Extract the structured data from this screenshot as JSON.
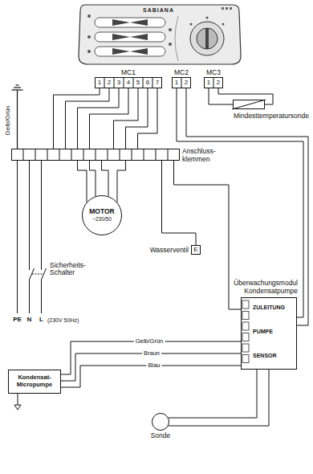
{
  "diagram": {
    "nodes": [
      {
        "text": [
          "SABIANA"
        ]
      },
      {
        "text": [
          "MC1"
        ]
      },
      {
        "text": [
          "MC2"
        ]
      },
      {
        "text": [
          "MC3"
        ]
      },
      {
        "text": [
          "Mindesttemperatursonde"
        ]
      },
      {
        "text": [
          "Anschluss- klemmen"
        ]
      },
      {
        "text": [
          "MOTOR",
          "~230/50"
        ]
      },
      {
        "text": [
          "E",
          "Wasserventil"
        ]
      },
      {
        "text": [
          "Überwachungsmodul Kondensatpumpe",
          "ZULEITUNG",
          "PUMPE",
          "SENSOR"
        ]
      },
      {
        "text": [
          "Kondensat- Micropumpe"
        ]
      },
      {
        "text": [
          "Sonde"
        ]
      }
    ],
    "edges": [
      {
        "from": 1,
        "to": 5,
        "arrow": "none"
      },
      {
        "from": 1,
        "to": 5,
        "arrow": "none"
      },
      {
        "from": 1,
        "to": 5,
        "arrow": "none"
      },
      {
        "from": 1,
        "to": 5,
        "arrow": "none"
      },
      {
        "from": 1,
        "to": 5,
        "arrow": "none"
      },
      {
        "from": 1,
        "to": 5,
        "arrow": "none"
      },
      {
        "from": 1,
        "to": 5,
        "arrow": "none"
      },
      {
        "from": 2,
        "to": 8,
        "arrow": "none"
      },
      {
        "from": 2,
        "to": 8,
        "arrow": "none"
      },
      {
        "from": 3,
        "to": 4,
        "arrow": "none"
      },
      {
        "from": 3,
        "to": 4,
        "arrow": "none"
      },
      {
        "from": 5,
        "to": 6,
        "arrow": "none"
      },
      {
        "from": 5,
        "to": 6,
        "arrow": "none"
      },
      {
        "from": 5,
        "to": 6,
        "arrow": "none"
      },
      {
        "from": 5,
        "to": 6,
        "arrow": "none"
      },
      {
        "from": 5,
        "to": 7,
        "arrow": "none"
      },
      {
        "from": 5,
        "to": 8,
        "arrow": "none"
      },
      {
        "from": 8,
        "to": 9,
        "label": "Gelb/Grün",
        "arrow": "none"
      },
      {
        "from": 8,
        "to": 9,
        "label": "Braun",
        "arrow": "none"
      },
      {
        "from": 8,
        "to": 9,
        "label": "Blau",
        "arrow": "none"
      },
      {
        "from": 8,
        "to": 10,
        "arrow": "none"
      },
      {
        "from": 8,
        "to": 10,
        "arrow": "none"
      }
    ],
    "labels": [
      "1",
      "2",
      "3",
      "4",
      "5",
      "6",
      "7",
      "1",
      "2",
      "1",
      "2",
      "Gelb/Grün",
      "Sicherheits- Schalter",
      "PE",
      "N",
      "L",
      "(230V 50Hz)"
    ]
  }
}
